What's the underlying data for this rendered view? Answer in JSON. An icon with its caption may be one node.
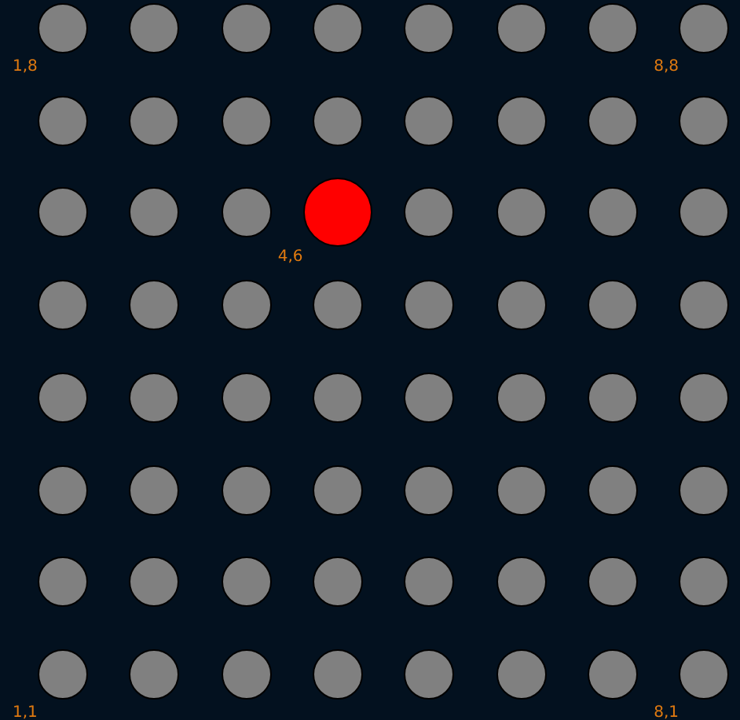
{
  "diagram": {
    "nodes": [
      {
        "text": [],
        "shape": "circle",
        "beside": [
          "1,8"
        ]
      },
      {
        "text": [],
        "shape": "circle"
      },
      {
        "text": [],
        "shape": "circle"
      },
      {
        "text": [],
        "shape": "circle"
      },
      {
        "text": [],
        "shape": "circle"
      },
      {
        "text": [],
        "shape": "circle"
      },
      {
        "text": [],
        "shape": "circle"
      },
      {
        "text": [],
        "shape": "circle",
        "beside": [
          "8,8"
        ]
      },
      {
        "text": [],
        "shape": "circle"
      },
      {
        "text": [],
        "shape": "circle"
      },
      {
        "text": [],
        "shape": "circle"
      },
      {
        "text": [],
        "shape": "circle"
      },
      {
        "text": [],
        "shape": "circle"
      },
      {
        "text": [],
        "shape": "circle"
      },
      {
        "text": [],
        "shape": "circle"
      },
      {
        "text": [],
        "shape": "circle"
      },
      {
        "text": [],
        "shape": "circle"
      },
      {
        "text": [],
        "shape": "circle"
      },
      {
        "text": [],
        "shape": "circle"
      },
      {
        "text": [],
        "shape": "circle",
        "beside": [
          "4,6"
        ]
      },
      {
        "text": [],
        "shape": "circle"
      },
      {
        "text": [],
        "shape": "circle"
      },
      {
        "text": [],
        "shape": "circle"
      },
      {
        "text": [],
        "shape": "circle"
      },
      {
        "text": [],
        "shape": "circle"
      },
      {
        "text": [],
        "shape": "circle"
      },
      {
        "text": [],
        "shape": "circle"
      },
      {
        "text": [],
        "shape": "circle"
      },
      {
        "text": [],
        "shape": "circle"
      },
      {
        "text": [],
        "shape": "circle"
      },
      {
        "text": [],
        "shape": "circle"
      },
      {
        "text": [],
        "shape": "circle"
      },
      {
        "text": [],
        "shape": "circle"
      },
      {
        "text": [],
        "shape": "circle"
      },
      {
        "text": [],
        "shape": "circle"
      },
      {
        "text": [],
        "shape": "circle"
      },
      {
        "text": [],
        "shape": "circle"
      },
      {
        "text": [],
        "shape": "circle"
      },
      {
        "text": [],
        "shape": "circle"
      },
      {
        "text": [],
        "shape": "circle"
      },
      {
        "text": [],
        "shape": "circle"
      },
      {
        "text": [],
        "shape": "circle"
      },
      {
        "text": [],
        "shape": "circle"
      },
      {
        "text": [],
        "shape": "circle"
      },
      {
        "text": [],
        "shape": "circle"
      },
      {
        "text": [],
        "shape": "circle"
      },
      {
        "text": [],
        "shape": "circle"
      },
      {
        "text": [],
        "shape": "circle"
      },
      {
        "text": [],
        "shape": "circle"
      },
      {
        "text": [],
        "shape": "circle"
      },
      {
        "text": [],
        "shape": "circle"
      },
      {
        "text": [],
        "shape": "circle"
      },
      {
        "text": [],
        "shape": "circle"
      },
      {
        "text": [],
        "shape": "circle"
      },
      {
        "text": [],
        "shape": "circle"
      },
      {
        "text": [],
        "shape": "circle"
      },
      {
        "text": [],
        "shape": "circle",
        "beside": [
          "1,1"
        ]
      },
      {
        "text": [],
        "shape": "circle"
      },
      {
        "text": [],
        "shape": "circle"
      },
      {
        "text": [],
        "shape": "circle"
      },
      {
        "text": [],
        "shape": "circle"
      },
      {
        "text": [],
        "shape": "circle"
      },
      {
        "text": [],
        "shape": "circle"
      },
      {
        "text": [],
        "shape": "circle",
        "beside": [
          "8,1"
        ]
      }
    ]
  }
}
